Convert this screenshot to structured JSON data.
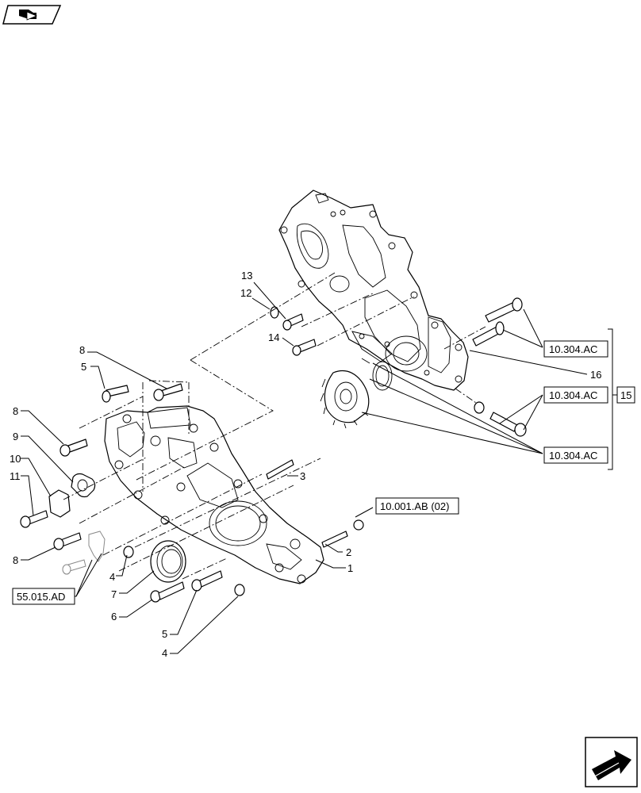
{
  "callouts": {
    "c1": "1",
    "c2": "2",
    "c3": "3",
    "c4a": "4",
    "c4b": "4",
    "c5a": "5",
    "c5b": "5",
    "c6": "6",
    "c7": "7",
    "c8a": "8",
    "c8b": "8",
    "c8c": "8",
    "c9": "9",
    "c10": "10",
    "c11": "11",
    "c12": "12",
    "c13": "13",
    "c14": "14",
    "c16": "16",
    "c15": "15"
  },
  "references": {
    "ref_ac_1": "10.304.AC",
    "ref_ac_2": "10.304.AC",
    "ref_ac_3": "10.304.AC",
    "ref_ab": "10.001.AB (02)",
    "ref_ad": "55.015.AD"
  },
  "icons": {
    "top_left": "navigation-book-icon",
    "bottom_right": "next-page-arrow-icon"
  }
}
